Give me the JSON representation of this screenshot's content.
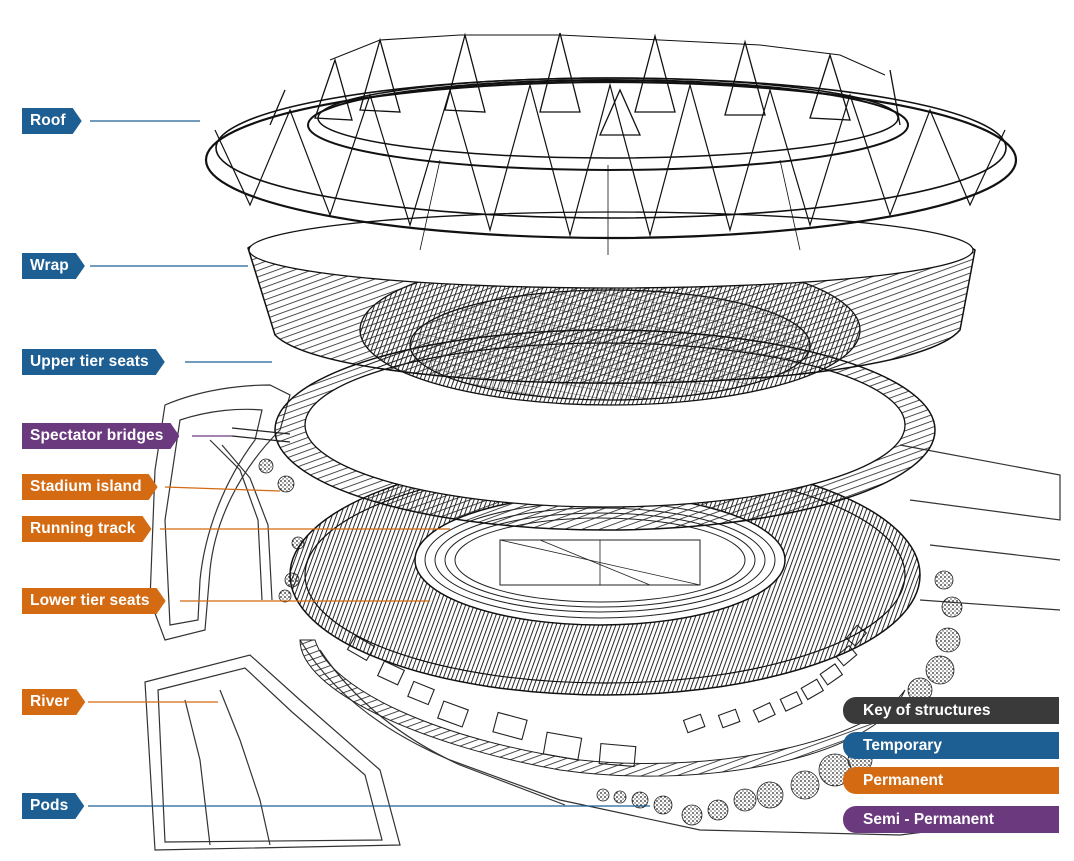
{
  "colors": {
    "temporary": "#1e5f93",
    "permanent": "#d46b12",
    "semi_permanent": "#6b3a7e",
    "key_header": "#3a3a3a",
    "line_art": "#1a1a1a"
  },
  "callouts": {
    "roof": "Roof",
    "wrap": "Wrap",
    "upper_tier_seats": "Upper tier seats",
    "spectator_bridges": "Spectator bridges",
    "stadium_island": "Stadium island",
    "running_track": "Running track",
    "lower_tier_seats": "Lower tier seats",
    "river": "River",
    "pods": "Pods"
  },
  "key": {
    "title": "Key of structures",
    "temporary": "Temporary",
    "permanent": "Permanent",
    "semi_permanent": "Semi - Permanent"
  }
}
